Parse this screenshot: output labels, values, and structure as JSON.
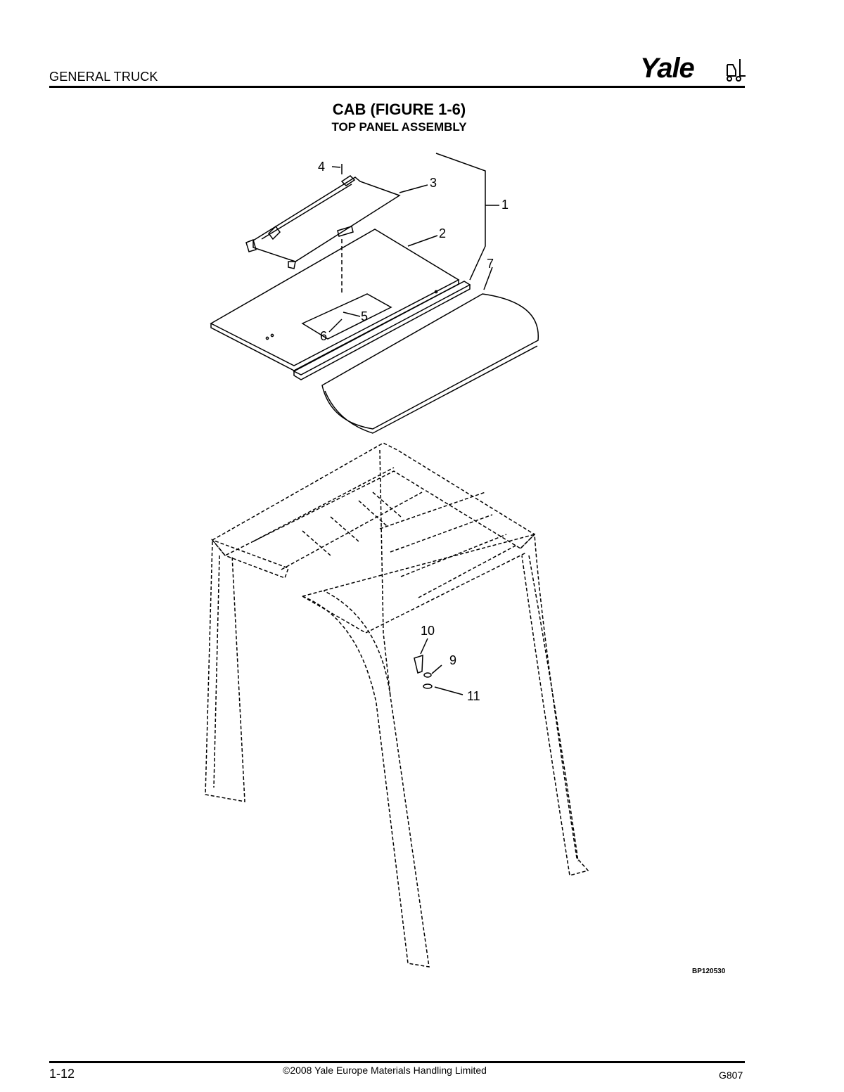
{
  "header": {
    "section": "GENERAL TRUCK",
    "brand": "Yale"
  },
  "figure": {
    "title": "CAB (FIGURE 1-6)",
    "subtitle": "TOP PANEL ASSEMBLY",
    "callouts": [
      "1",
      "2",
      "3",
      "4",
      "5",
      "6",
      "7",
      "9",
      "10",
      "11"
    ],
    "ref_code": "BP120530"
  },
  "footer": {
    "page_number": "1-12",
    "copyright": "©2008 Yale Europe Materials Handling Limited",
    "doc_code": "G807"
  }
}
